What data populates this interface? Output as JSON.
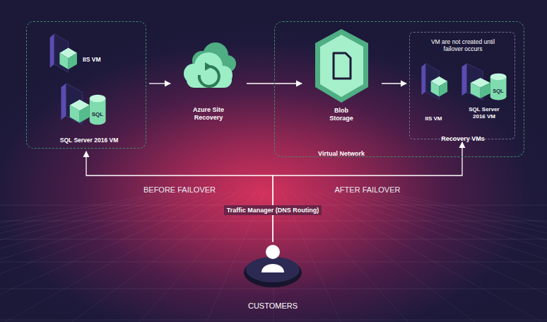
{
  "diagram": {
    "nodes": [
      {
        "text": []
      },
      {
        "text": [
          "IIS VM"
        ],
        "in": 0
      },
      {
        "text": [
          "SQL",
          "SQL Server 2016 VM"
        ],
        "in": 0
      },
      {
        "text": [
          "Azure Site Recovery"
        ]
      },
      {
        "text": [
          "Virtual Network"
        ]
      },
      {
        "text": [
          "Blob Storage"
        ],
        "in": 4
      },
      {
        "text": [
          "VM are not created until failover occurs",
          "Recovery VMs"
        ],
        "in": 4
      },
      {
        "text": [
          "IIS VM"
        ],
        "in": 6
      },
      {
        "text": [
          "SQL",
          "SQL Server 2016 VM"
        ],
        "in": 6
      },
      {
        "text": [
          "CUSTOMERS"
        ]
      }
    ],
    "edges": [
      {
        "from": 0,
        "to": 3,
        "arrow": "to"
      },
      {
        "from": 3,
        "to": 5,
        "arrow": "to"
      },
      {
        "from": 5,
        "to": 6,
        "arrow": "to"
      },
      {
        "from": 9,
        "to": 0,
        "arrow": "to",
        "label": "BEFORE FAILOVER"
      },
      {
        "from": 9,
        "to": 6,
        "arrow": "to",
        "label": "AFTER FAILOVER"
      }
    ],
    "labels": [
      "Traffic Manager (DNS Routing)"
    ]
  }
}
